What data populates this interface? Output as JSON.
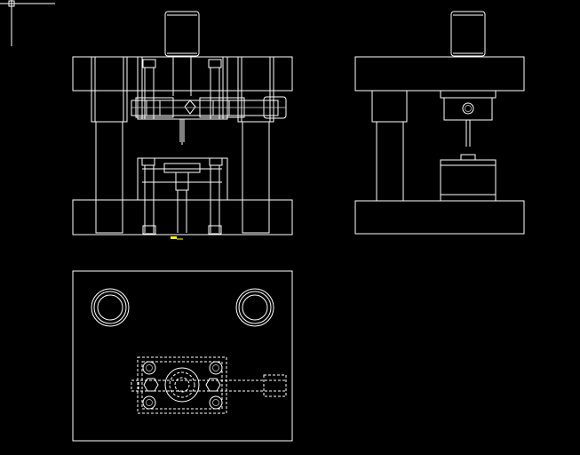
{
  "canvas": {
    "background": "#000000",
    "line_color": "#ffffff",
    "accent_color": "#ffff00"
  },
  "views": [
    {
      "name": "front-elevation"
    },
    {
      "name": "side-elevation"
    },
    {
      "name": "plan-view"
    }
  ]
}
